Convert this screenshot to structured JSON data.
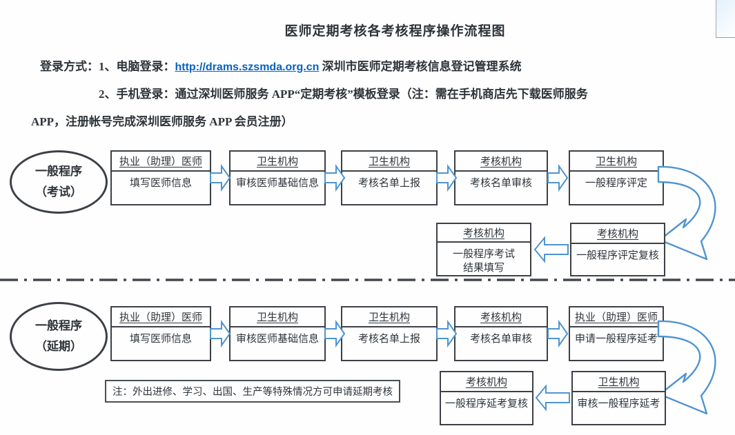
{
  "doc": {
    "title": "医师定期考核各考核程序操作流程图",
    "login_line1_prefix": "登录方式：1、电脑登录：",
    "login_line1_link": "http://drams.szsmda.org.cn",
    "login_line1_suffix": " 深圳市医师定期考核信息登记管理系统",
    "login_line2": "2、手机登录：通过深圳医师服务 APP“定期考核”模板登录（注：需在手机商店先下载医师服务",
    "login_line3": "APP，注册帐号完成深圳医师服务 APP 会员注册）"
  },
  "colors": {
    "arrow_blue": "#4E94D0",
    "link_blue": "#0563C1",
    "border_gray": "#3c4046"
  },
  "row1": {
    "ellipse_line1": "一般程序",
    "ellipse_line2": "（考试）",
    "steps": [
      {
        "header": "执业（助理）医师",
        "body": "填写医师信息"
      },
      {
        "header": "卫生机构",
        "body": "审核医师基础信息"
      },
      {
        "header": "卫生机构",
        "body": "考核名单上报"
      },
      {
        "header": "考核机构",
        "body": "考核名单审核"
      },
      {
        "header": "卫生机构",
        "body": "一般程序评定"
      }
    ],
    "return_right": {
      "header": "考核机构",
      "body": "一般程序评定复核"
    },
    "return_left": {
      "header": "考核机构",
      "body": "一般程序考试",
      "body2": "结果填写"
    }
  },
  "row2": {
    "ellipse_line1": "一般程序",
    "ellipse_line2": "（延期）",
    "steps": [
      {
        "header": "执业（助理）医师",
        "body": "填写医师信息"
      },
      {
        "header": "卫生机构",
        "body": "审核医师基础信息"
      },
      {
        "header": "卫生机构",
        "body": "考核名单上报"
      },
      {
        "header": "考核机构",
        "body": "考核名单审核"
      },
      {
        "header": "执业（助理）医师",
        "body": "申请一般程序延考"
      }
    ],
    "return_right": {
      "header": "卫生机构",
      "body": "审核一般程序延考"
    },
    "return_left": {
      "header": "考核机构",
      "body": "一般程序延考复核"
    },
    "note": "注：外出进修、学习、出国、生产等特殊情况方可申请延期考核"
  }
}
